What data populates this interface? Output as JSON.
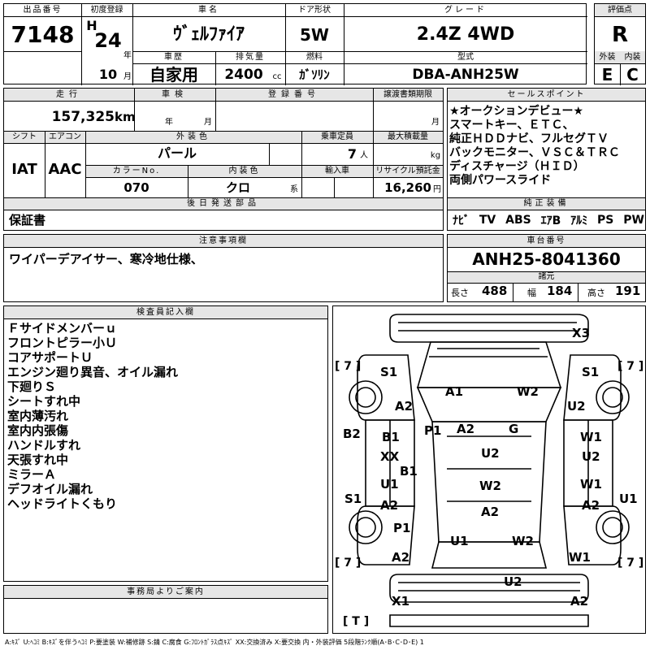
{
  "headers": {
    "lot_number": "出品番号",
    "first_registration": "初度登録",
    "car_name": "車名",
    "door_type": "ドア形状",
    "grade": "グレード",
    "score": "評価点",
    "vehicle_history": "車歴",
    "displacement": "排気量",
    "fuel": "燃料",
    "model_code": "型式",
    "exterior": "外装",
    "interior": "内装",
    "mileage": "走行",
    "inspection": "車検",
    "registration_number": "登録番号",
    "transfer_deadline": "譲渡書類期限",
    "sales_points": "セールスポイント",
    "shift": "シフト",
    "aircon": "エアコン",
    "exterior_color": "外装色",
    "capacity": "乗車定員",
    "max_load": "最大積載量",
    "color_no": "カラーNo.",
    "interior_color": "内装色",
    "import": "輸入車",
    "recycle": "リサイクル預託金",
    "later_items": "後日発送部品",
    "standard_equipment": "純正装備",
    "notes": "注意事項欄",
    "chassis": "車台番号",
    "specs": "諸元",
    "inspector": "検査員記入欄",
    "office": "事務局よりご案内"
  },
  "vehicle": {
    "lot_number": "7148",
    "era": "H",
    "reg_year": "24",
    "year_unit": "年",
    "reg_month": "10",
    "month_unit": "月",
    "car_name": "ｳﾞｪﾙﾌｧｲｱ",
    "door_type": "5W",
    "grade": "2.4Z 4WD",
    "score": "R",
    "history": "自家用",
    "displacement": "2400",
    "displacement_unit": "cc",
    "fuel": "ｶﾞｿﾘﾝ",
    "model_code": "DBA-ANH25W",
    "exterior_grade": "E",
    "interior_grade": "C",
    "mileage": "157,325",
    "mileage_unit": "km",
    "inspection_year_unit": "年",
    "inspection_month_unit": "月",
    "transfer_month_unit": "月",
    "shift": "IAT",
    "aircon": "AAC",
    "color": "パール",
    "capacity": "7",
    "capacity_unit": "人",
    "load_unit": "kg",
    "color_no": "070",
    "interior_color": "クロ",
    "interior_suffix": "系",
    "recycle": "16,260",
    "recycle_unit": "円",
    "later_items": "保証書",
    "equipment": [
      "ﾅﾋﾞ",
      "TV",
      "ABS",
      "ｴｱB",
      "ｱﾙﾐ",
      "PS",
      "PW"
    ],
    "notes": "ワイパーデアイサー、寒冷地仕様、",
    "chassis": "ANH25-8041360",
    "length_label": "長さ",
    "length": "488",
    "width_label": "幅",
    "width": "184",
    "height_label": "高さ",
    "height": "191"
  },
  "sales_points": [
    "★オークションデビュー★",
    "スマートキー、ＥＴＣ、",
    "純正ＨＤＤナビ、フルセグＴＶ",
    "バックモニター、ＶＳＣ＆ＴＲＣ",
    "ディスチャージ（ＨＩＤ）",
    "両側パワースライド"
  ],
  "inspector_notes": [
    "Ｆサイドメンバーｕ",
    "フロントピラー小Ｕ",
    "コアサポートＵ",
    "エンジン廻り異音、オイル漏れ",
    "下廻りＳ",
    "シートすれ中",
    "室内薄汚れ",
    "室内内張傷",
    "ハンドルすれ",
    "天張すれ中",
    "ミラーＡ",
    "デフオイル漏れ",
    "ヘッドライトくもり"
  ],
  "diagram_marks": {
    "x3": "X3",
    "b7_tl": "[ 7 ]",
    "b7_tr": "[ 7 ]",
    "b7_bl": "[ 7 ]",
    "b7_br": "[ 7 ]",
    "bt": "[ T ]",
    "s1_fl": "S1",
    "s1_fr": "S1",
    "a2_l": "A2",
    "a1": "A1",
    "w2_top": "W2",
    "u2_r": "U2",
    "b2": "B2",
    "b1": "B1",
    "p1": "P1",
    "a2_c": "A2",
    "g": "G",
    "w1_r1": "W1",
    "xx": "XX",
    "u2_c": "U2",
    "u2_r2": "U2",
    "b1_b": "B1",
    "u1_l": "U1",
    "w2_c": "W2",
    "w1_r2": "W1",
    "s1_l": "S1",
    "a2_l2": "A2",
    "a2_c2": "A2",
    "a2_r2": "A2",
    "u1_r": "U1",
    "p1_b": "P1",
    "u1_b": "U1",
    "w2_b": "W2",
    "a2_b": "A2",
    "w1_b": "W1",
    "u2_b": "U2",
    "x1": "X1",
    "a2_br": "A2"
  },
  "legend": "A:ｷｽﾞ U:ﾍｺﾐ B:ｷｽﾞを伴うﾍｺﾐ P:要塗装 W:補修跡 S:錆 C:腐食 G:ﾌﾛﾝﾄｶﾞﾗｽ点ｷｽﾞ XX:交換済み X:要交換 内・外装評価 5段階ﾗﾝｸ順(A･B･C･D･E) 1"
}
